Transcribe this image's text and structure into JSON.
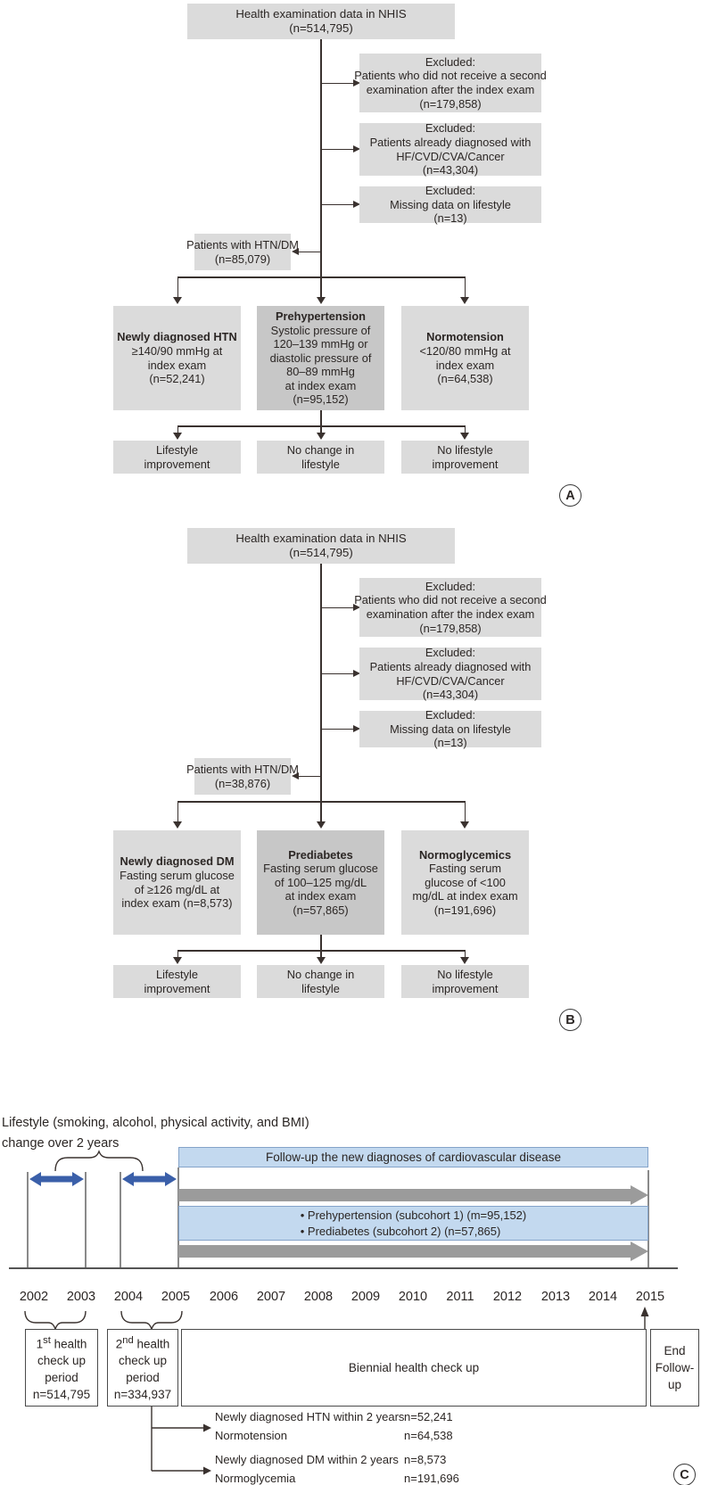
{
  "colors": {
    "box_gray": "#dbdbdb",
    "box_gray_dark": "#c7c7c7",
    "line_dark": "#3a322f",
    "accent_blue": "#3a5fa9",
    "light_blue_fill": "#c3d9ef",
    "light_blue_border": "#84a3c9",
    "gray_arrow": "#9b9b9b"
  },
  "panel_a": {
    "badge": "A",
    "source": "Health examination data in NHIS\n(n=514,795)",
    "excluded_1": "Excluded:\nPatients who did not receive a second\nexamination after the index exam\n(n=179,858)",
    "excluded_2": "Excluded:\nPatients already diagnosed with\nHF/CVD/CVA/Cancer\n(n=43,304)",
    "excluded_3": "Excluded:\nMissing data on lifestyle\n(n=13)",
    "cohort": "Patients with HTN/DM\n(n=85,079)",
    "group_1_title": "Newly diagnosed HTN",
    "group_1_body": "≥140/90 mmHg at\nindex exam\n(n=52,241)",
    "group_2_title": "Prehypertension",
    "group_2_body": "Systolic pressure of\n120–139 mmHg or\ndiastolic pressure of\n80–89 mmHg\nat index exam\n(n=95,152)",
    "group_3_title": "Normotension",
    "group_3_body": "<120/80 mmHg at\nindex exam\n(n=64,538)",
    "outcome_1": "Lifestyle\nimprovement",
    "outcome_2": "No change in\nlifestyle",
    "outcome_3": "No lifestyle\nimprovement"
  },
  "panel_b": {
    "badge": "B",
    "source": "Health examination data in NHIS\n(n=514,795)",
    "excluded_1": "Excluded:\nPatients who did not receive a second\nexamination after the index exam\n(n=179,858)",
    "excluded_2": "Excluded:\nPatients already diagnosed with\nHF/CVD/CVA/Cancer\n(n=43,304)",
    "excluded_3": "Excluded:\nMissing data on lifestyle\n(n=13)",
    "cohort": "Patients with HTN/DM\n(n=38,876)",
    "group_1_title": "Newly diagnosed DM",
    "group_1_body": "Fasting serum glucose\nof ≥126 mg/dL at\nindex exam (n=8,573)",
    "group_2_title": "Prediabetes",
    "group_2_body": "Fasting serum glucose\nof 100–125 mg/dL\nat index exam\n(n=57,865)",
    "group_3_title": "Normoglycemics",
    "group_3_body": "Fasting serum\nglucose of <100\nmg/dL at index exam\n(n=191,696)",
    "outcome_1": "Lifestyle\nimprovement",
    "outcome_2": "No change in\nlifestyle",
    "outcome_3": "No lifestyle\nimprovement"
  },
  "timeline": {
    "badge": "C",
    "note": "Lifestyle (smoking, alcohol, physical activity, and BMI)\nchange over 2 years",
    "followup": "Follow-up the new diagnoses of cardiovascular disease",
    "cohorts": "• Prehypertension (subcohort 1) (m=95,152)\n• Prediabetes (subcohort 2) (n=57,865)",
    "years": [
      "2002",
      "2003",
      "2004",
      "2005",
      "2006",
      "2007",
      "2008",
      "2009",
      "2010",
      "2011",
      "2012",
      "2013",
      "2014",
      "2015"
    ],
    "check1_num": "1",
    "check1_sup": "st",
    "check1_first": " health",
    "check1_rest": "check up\nperiod\nn=514,795",
    "check2_num": "2",
    "check2_sup": "nd",
    "check2_first": " health",
    "check2_rest": "check up\nperiod\nn=334,937",
    "biennial": "Biennial health check up",
    "end_box": "End\nFollow-\nup",
    "branch1_label": "Newly diagnosed HTN within 2 years",
    "branch1_value": "n=52,241",
    "branch1b_label": "Normotension",
    "branch1b_value": "n=64,538",
    "branch2_label": "Newly diagnosed DM within 2 years",
    "branch2_value": "n=8,573",
    "branch2b_label": "Normoglycemia",
    "branch2b_value": "n=191,696"
  }
}
